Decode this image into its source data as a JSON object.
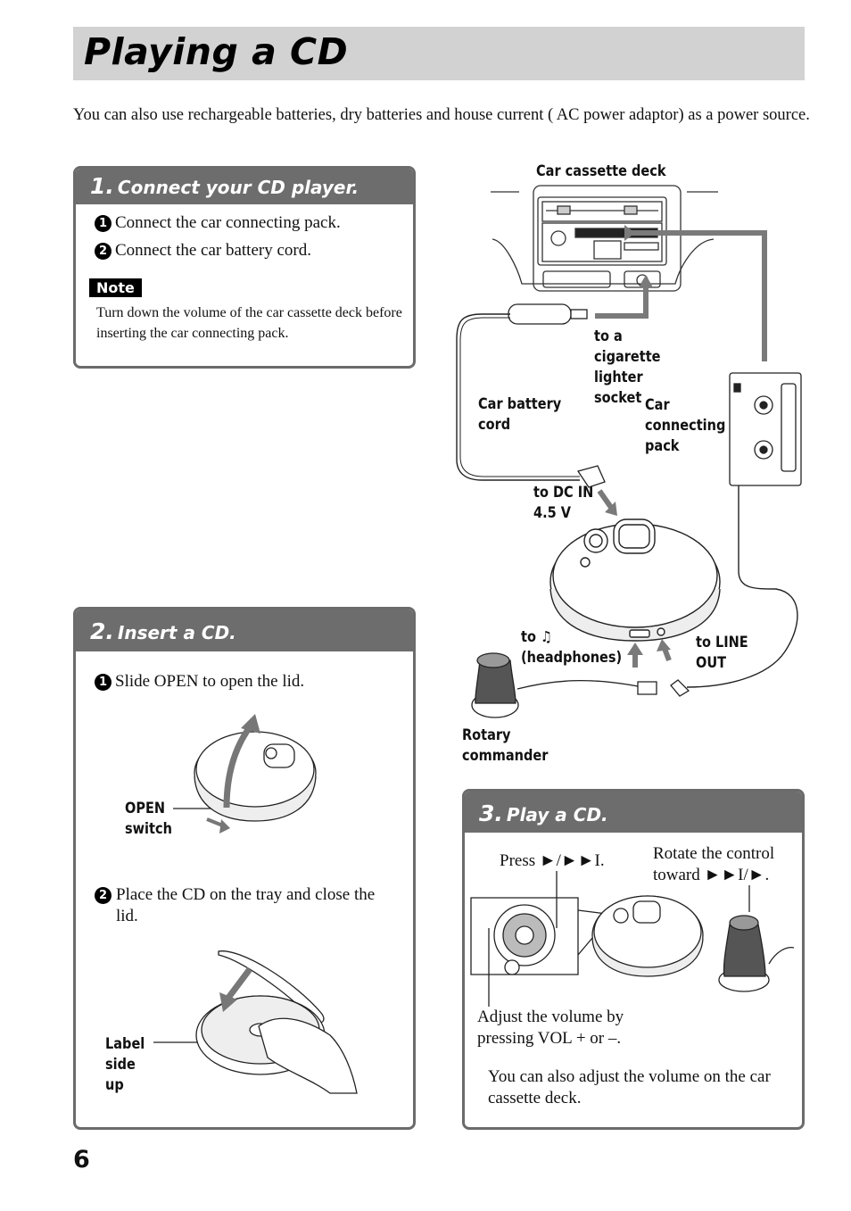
{
  "page": {
    "title": "Playing a CD",
    "intro": "You can also use rechargeable batteries, dry batteries and house current ( AC power adaptor) as a power source.",
    "page_number": "6"
  },
  "section1": {
    "number": "1.",
    "heading": "Connect your CD player.",
    "steps": [
      {
        "num": "1",
        "text": "Connect the car connecting pack."
      },
      {
        "num": "2",
        "text": "Connect the car battery cord."
      }
    ],
    "note_label": "Note",
    "note_text": "Turn down the volume of the car cassette deck before inserting the car connecting pack."
  },
  "diagram1": {
    "car_cassette_deck": "Car cassette deck",
    "cigarette_socket": "to a cigarette lighter socket",
    "battery_cord": "Car battery cord",
    "connecting_pack": "Car connecting pack",
    "dc_in": "to DC IN 4.5 V",
    "headphones": "to ♫ (headphones)",
    "line_out": "to LINE OUT",
    "rotary_commander": "Rotary commander"
  },
  "section2": {
    "number": "2.",
    "heading": "Insert a CD.",
    "steps": [
      {
        "num": "1",
        "text": "Slide OPEN to open the lid."
      },
      {
        "num": "2",
        "text": "Place the CD on the tray and close the lid."
      }
    ],
    "open_switch": "OPEN switch",
    "label_side_up": "Label side up"
  },
  "section3": {
    "number": "3.",
    "heading": "Play a CD.",
    "press": "Press ►/►►I.",
    "rotate": "Rotate the control toward ►►I/►.",
    "adjust": "Adjust the volume by pressing VOL + or –.",
    "also": "You can also adjust the volume on the car cassette deck."
  }
}
